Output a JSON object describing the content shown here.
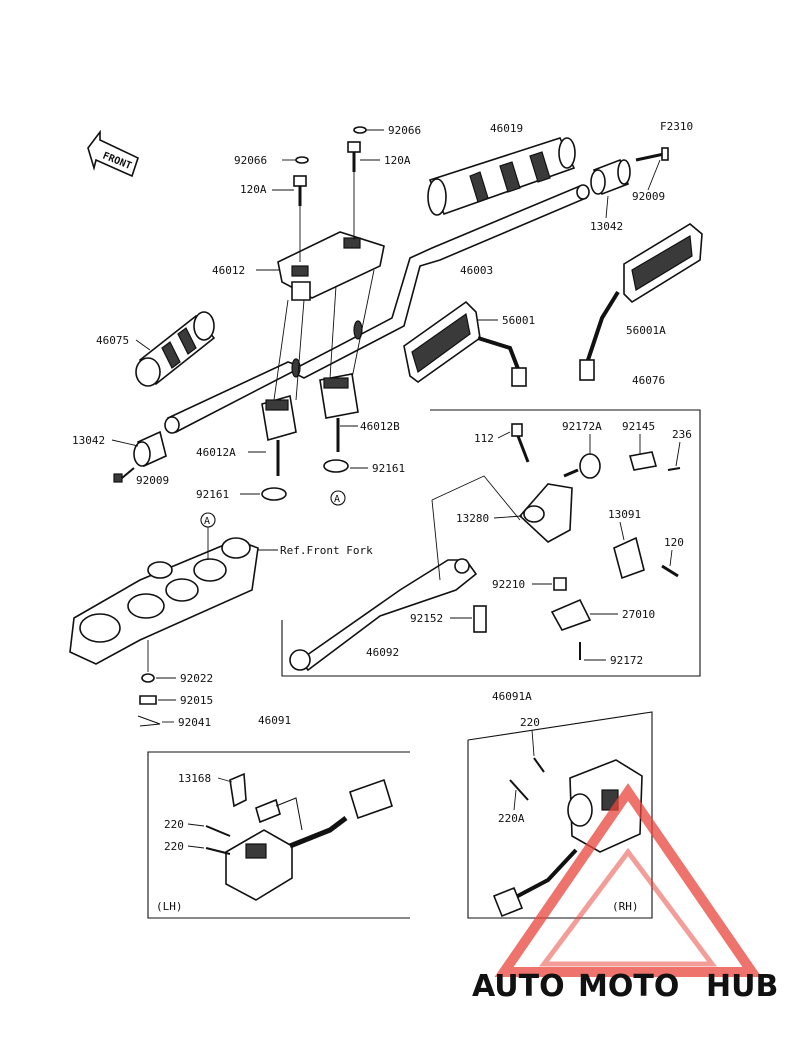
{
  "diagram": {
    "figure_code": "F2310",
    "front_marker": "FRONT",
    "ref_note": "Ref.Front Fork",
    "side_left": "(LH)",
    "side_right": "(RH)",
    "circle_marker": "A",
    "parts": {
      "p46019": "46019",
      "p92066a": "92066",
      "p92066b": "92066",
      "p120Aa": "120A",
      "p120Ab": "120A",
      "p92009a": "92009",
      "p13042a": "13042",
      "p46012": "46012",
      "p46003": "46003",
      "p46075": "46075",
      "p56001": "56001",
      "p56001A": "56001A",
      "p46076": "46076",
      "p13042b": "13042",
      "p92009b": "92009",
      "p46012A": "46012A",
      "p46012B": "46012B",
      "p92161a": "92161",
      "p92161b": "92161",
      "p112": "112",
      "p92172A": "92172A",
      "p92145": "92145",
      "p236": "236",
      "p13280": "13280",
      "p13091": "13091",
      "p120": "120",
      "p92210": "92210",
      "p92152": "92152",
      "p27010": "27010",
      "p92172": "92172",
      "p46092": "46092",
      "p92022": "92022",
      "p92015": "92015",
      "p92041": "92041",
      "p46091": "46091",
      "p46091A": "46091A",
      "p13168": "13168",
      "p220a": "220",
      "p220b": "220",
      "p220c": "220",
      "p220A": "220A"
    }
  },
  "watermark": {
    "brand_part1": "AUTO",
    "brand_part2": "MOTO",
    "brand_part3": "HUB",
    "color_orange": "#f5a623",
    "color_red": "#e8453c",
    "color_gray": "#6d6d6d"
  }
}
